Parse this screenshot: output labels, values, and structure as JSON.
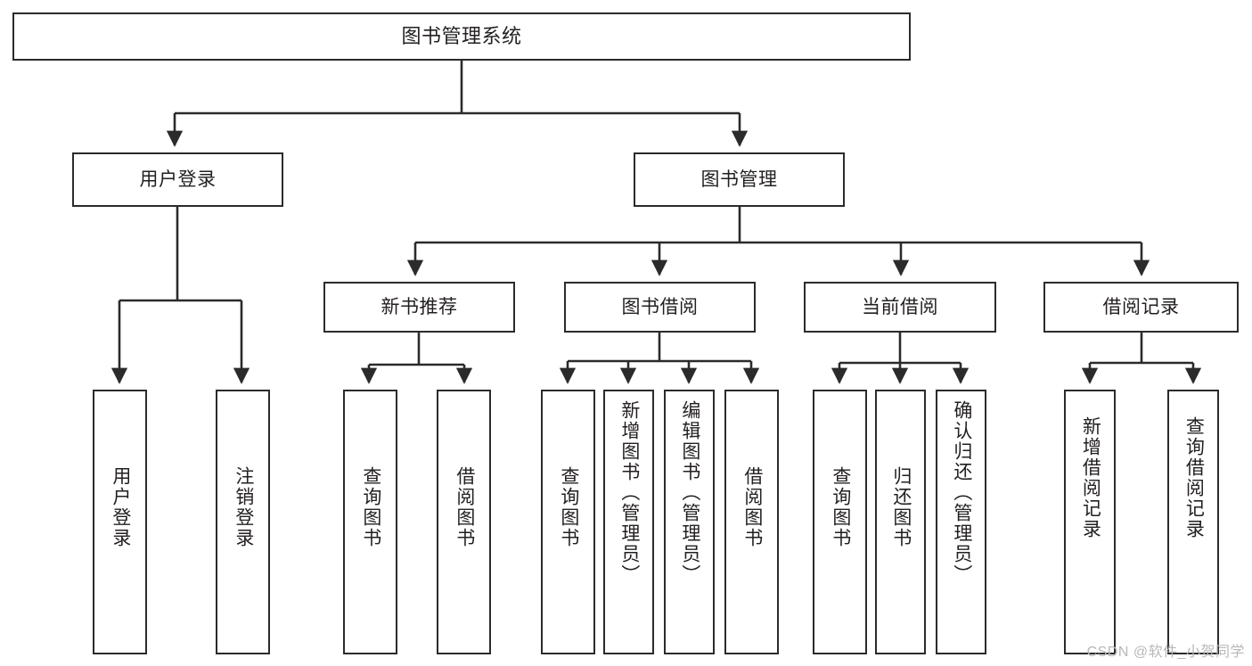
{
  "diagram": {
    "title": "图书管理系统",
    "watermark": "CSDN @软件_小贺同学",
    "line_color": "#2b2b2b",
    "text_color": "#231f20",
    "background": "#ffffff"
  },
  "nodes": {
    "root": {
      "label": "图书管理系统"
    },
    "level1": [
      {
        "id": "user-login",
        "label": "用户登录"
      },
      {
        "id": "book-manage",
        "label": "图书管理"
      }
    ],
    "level2": [
      {
        "id": "new-book-recommend",
        "label": "新书推荐"
      },
      {
        "id": "book-borrow",
        "label": "图书借阅"
      },
      {
        "id": "current-borrow",
        "label": "当前借阅"
      },
      {
        "id": "borrow-record",
        "label": "借阅记录"
      }
    ],
    "leaves": {
      "user_login": [
        {
          "id": "leaf-user-login",
          "label": "用户登录"
        },
        {
          "id": "leaf-logout",
          "label": "注销登录"
        }
      ],
      "new_book_recommend": [
        {
          "id": "leaf-query-book-1",
          "label": "查询图书"
        },
        {
          "id": "leaf-borrow-book-1",
          "label": "借阅图书"
        }
      ],
      "book_borrow": [
        {
          "id": "leaf-query-book-2",
          "label": "查询图书"
        },
        {
          "id": "leaf-add-book",
          "label": "新增图书（管理员）"
        },
        {
          "id": "leaf-edit-book",
          "label": "编辑图书（管理员）"
        },
        {
          "id": "leaf-borrow-book-2",
          "label": "借阅图书"
        }
      ],
      "current_borrow": [
        {
          "id": "leaf-query-book-3",
          "label": "查询图书"
        },
        {
          "id": "leaf-return-book",
          "label": "归还图书"
        },
        {
          "id": "leaf-confirm-return",
          "label": "确认归还（管理员）"
        }
      ],
      "borrow_record": [
        {
          "id": "leaf-add-record",
          "label": "新增借阅记录"
        },
        {
          "id": "leaf-query-record",
          "label": "查询借阅记录"
        }
      ]
    }
  }
}
